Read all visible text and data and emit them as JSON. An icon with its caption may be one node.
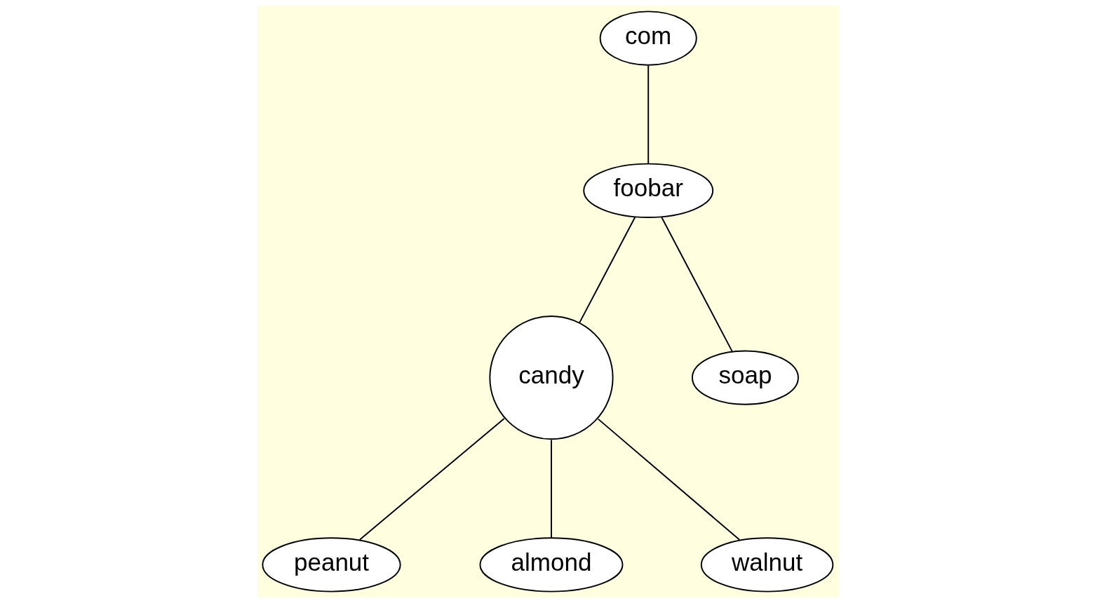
{
  "diagram": {
    "nodes": [
      {
        "text": [
          "com"
        ]
      },
      {
        "text": [
          "foobar"
        ]
      },
      {
        "text": [
          "candy"
        ]
      },
      {
        "text": [
          "soap"
        ]
      },
      {
        "text": [
          "peanut"
        ]
      },
      {
        "text": [
          "almond"
        ]
      },
      {
        "text": [
          "walnut"
        ]
      }
    ],
    "edges": [
      {
        "from": 0,
        "to": 1,
        "arrow": "none"
      },
      {
        "from": 1,
        "to": 2,
        "arrow": "none"
      },
      {
        "from": 1,
        "to": 3,
        "arrow": "none"
      },
      {
        "from": 2,
        "to": 4,
        "arrow": "none"
      },
      {
        "from": 2,
        "to": 5,
        "arrow": "none"
      },
      {
        "from": 2,
        "to": 6,
        "arrow": "none"
      }
    ]
  }
}
